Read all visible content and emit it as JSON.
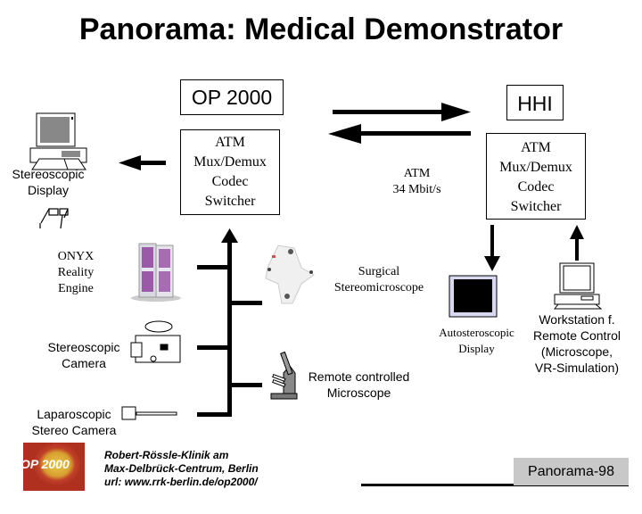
{
  "title": "Panorama: Medical Demonstrator",
  "sites": {
    "left": {
      "name": "OP 2000",
      "atm_box": [
        "ATM",
        "Mux/Demux",
        "Codec",
        "Switcher"
      ]
    },
    "right": {
      "name": "HHI",
      "atm_box": [
        "ATM",
        "Mux/Demux",
        "Codec",
        "Switcher"
      ]
    }
  },
  "link": {
    "label_line1": "ATM",
    "label_line2": "34 Mbit/s"
  },
  "devices": {
    "stereo_display": [
      "Stereoscopic",
      "Display"
    ],
    "onyx": [
      "ONYX",
      "Reality",
      "Engine"
    ],
    "stereo_camera": [
      "Stereoscopic",
      "Camera"
    ],
    "laparoscopic": [
      "Laparoscopic",
      "Stereo Camera"
    ],
    "surgical_microscope": [
      "Surgical",
      "Stereomicroscope"
    ],
    "remote_microscope": [
      "Remote controlled",
      "Microscope"
    ],
    "autostereo_display": [
      "Autosteroscopic",
      "Display"
    ],
    "workstation": [
      "Workstation f.",
      "Remote Control",
      "(Microscope,",
      "VR-Simulation)"
    ]
  },
  "footer": {
    "logo_text": "OP 2000",
    "lines": [
      "Robert-Rössle-Klinik am",
      "Max-Delbrück-Centrum, Berlin",
      "url: www.rrk-berlin.de/op2000/"
    ],
    "badge": "Panorama-98"
  },
  "colors": {
    "badge_bg": "#c8c8c8",
    "logo_red": "#b03020",
    "logo_yellow": "#e8c84a"
  }
}
